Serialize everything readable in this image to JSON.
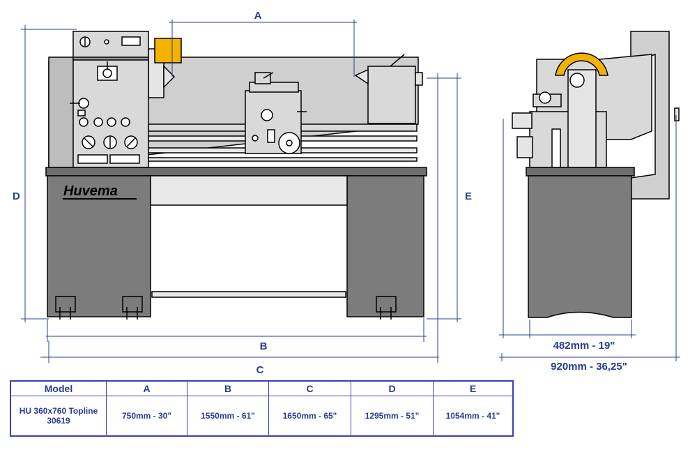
{
  "brand": "Huvema",
  "dimensions": {
    "a_label": "A",
    "b_label": "B",
    "c_label": "C",
    "d_label": "D",
    "e_label": "E",
    "side_width": "482mm - 19\"",
    "side_total": "920mm - 36,25\""
  },
  "table": {
    "headers": [
      "Model",
      "A",
      "B",
      "C",
      "D",
      "E"
    ],
    "rows": [
      {
        "model_line1": "HU 360x760 Topline",
        "model_line2": "30619",
        "a": "750mm - 30\"",
        "b": "1550mm - 61\"",
        "c": "1650mm - 65\"",
        "d": "1295mm - 51\"",
        "e": "1054mm - 41\""
      }
    ]
  },
  "colors": {
    "dimension": "#2b3b8f",
    "machine_body": "#cfcfcf",
    "base": "#7c7c7c",
    "bed": "#6e6e6e",
    "guard": "#f2b300"
  }
}
